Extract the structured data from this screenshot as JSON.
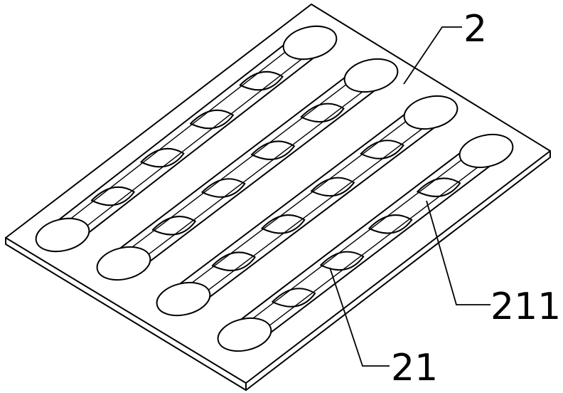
{
  "labels": {
    "plate": "2",
    "channel": "21",
    "pocket": "211"
  }
}
